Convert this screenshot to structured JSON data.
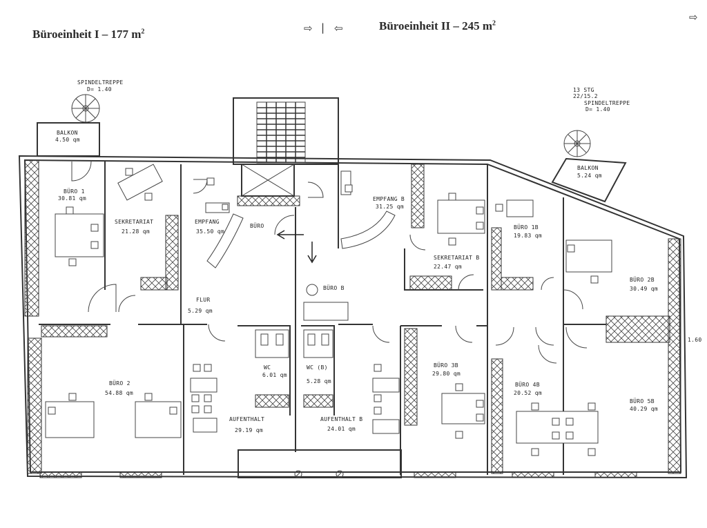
{
  "header": {
    "unit1": {
      "text": "Büroeinheit I – 177 m",
      "sup": "2"
    },
    "unit2": {
      "text": "Büroeinheit II – 245 m",
      "sup": "2"
    },
    "arrow_right": "⇨",
    "separator": "|",
    "arrow_left": "⇦",
    "arrow_far_right": "⇨"
  },
  "annotations": {
    "stair_left_title": "SPINDELTREPPE",
    "stair_left_dim": "D= 1.40",
    "stair_right_stg": "13 STG",
    "stair_right_ratio": "22/15.2",
    "stair_right_title": "SPINDELTREPPE",
    "stair_right_dim": "D= 1.40",
    "edge_dim": "1.60"
  },
  "rooms": {
    "balkon1": {
      "name": "BALKON",
      "area": "4.50 qm"
    },
    "buero1": {
      "name": "BÜRO 1",
      "area": "30.81 qm"
    },
    "sekretariat": {
      "name": "SEKRETARIAT",
      "area": "21.28 qm"
    },
    "empfang": {
      "name": "EMPFANG",
      "area": "35.50 qm"
    },
    "buero_core": {
      "name": "BÜRO"
    },
    "empfang_b": {
      "name": "EMPFANG B",
      "area": "31.25 qm"
    },
    "sekretariat_b": {
      "name": "SEKRETARIAT B",
      "area": "22.47 qm"
    },
    "buero1b": {
      "name": "BÜRO 1B",
      "area": "19.83 qm"
    },
    "balkon2": {
      "name": "BALKON",
      "area": "5.24 qm"
    },
    "buero2b": {
      "name": "BÜRO 2B",
      "area": "30.49 qm"
    },
    "buero_b": {
      "name": "BÜRO B"
    },
    "flur": {
      "name": "FLUR",
      "area": "5.29 qm"
    },
    "buero2": {
      "name": "BÜRO 2",
      "area": "54.88 qm"
    },
    "wc1": {
      "name": "WC",
      "area": "6.01 qm"
    },
    "wc2": {
      "name": "WC (B)",
      "area": "5.28 qm"
    },
    "aufenthalt": {
      "name": "AUFENTHALT",
      "area": "29.19 qm"
    },
    "aufenthalt_b": {
      "name": "AUFENTHALT B",
      "area": "24.01 qm"
    },
    "buero3b": {
      "name": "BÜRO 3B",
      "area": "29.80 qm"
    },
    "buero4b": {
      "name": "BÜRO 4B",
      "area": "20.52 qm"
    },
    "buero5b": {
      "name": "BÜRO 5B",
      "area": "40.29 qm"
    }
  }
}
